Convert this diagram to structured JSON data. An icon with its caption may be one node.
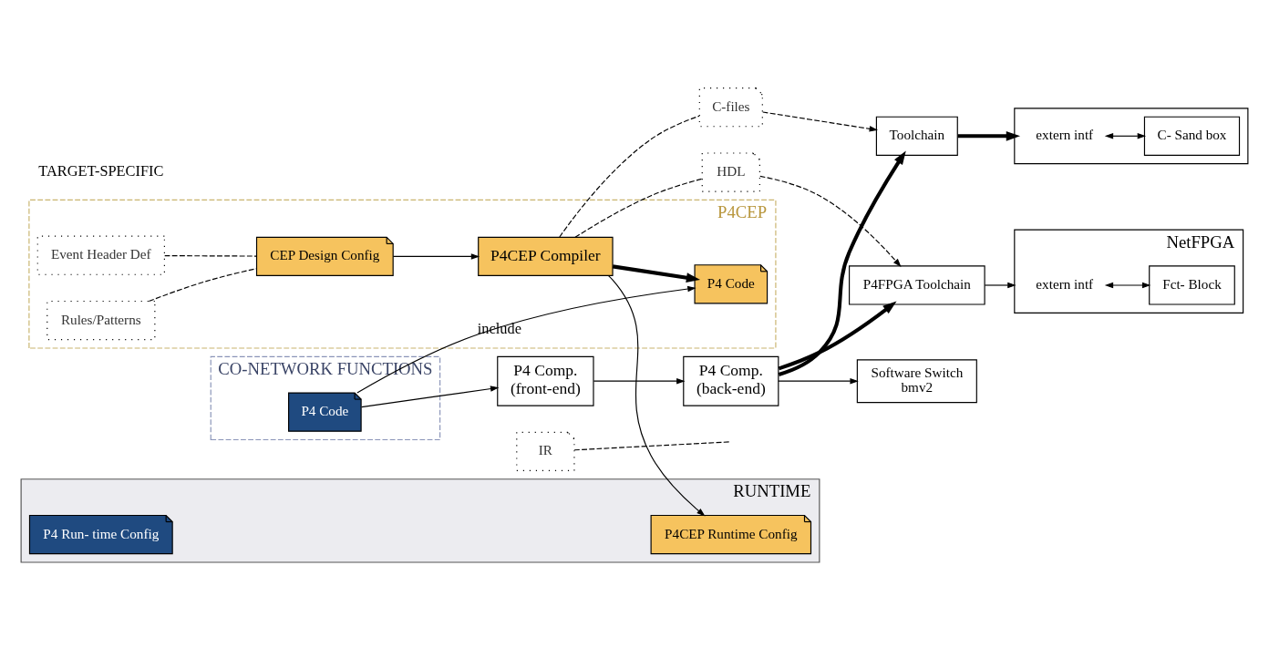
{
  "diagram": {
    "nodes": [
      {
        "text": [
          "P4CEP"
        ]
      },
      {
        "text": [
          "Event Header Def"
        ],
        "in": 0
      },
      {
        "text": [
          "Rules/Patterns"
        ],
        "in": 0
      },
      {
        "text": [
          "CEP Design Config"
        ],
        "in": 0
      },
      {
        "text": [
          "P4CEP Compiler"
        ],
        "in": 0
      },
      {
        "text": [
          "RUNTIME"
        ]
      },
      {
        "text": [
          "P4CEP Runtime Config"
        ],
        "in": 5
      },
      {
        "text": [
          "P4 Run- time Config"
        ],
        "in": 5
      },
      {
        "text": [
          "P4 Code"
        ],
        "in": 0
      },
      {
        "text": [
          "CO-NETWORK FUNCTIONS"
        ]
      },
      {
        "text": [
          "P4 Code"
        ],
        "in": 9
      },
      {
        "text": [
          "P4 Comp.",
          "(front-end)"
        ]
      },
      {
        "text": [
          "IR"
        ]
      },
      {
        "text": [
          "P4 Comp.",
          "(back-end)"
        ]
      },
      {
        "text": [
          "C-files"
        ]
      },
      {
        "text": [
          "HDL"
        ]
      },
      {
        "text": [
          "Toolchain"
        ]
      },
      {
        "text": [
          "P4FPGA Toolchain"
        ]
      },
      {
        "text": [],
        "shape": "box"
      },
      {
        "text": [
          "extern intf"
        ],
        "in": 18
      },
      {
        "text": [
          "C- Sand box"
        ],
        "in": 18
      },
      {
        "text": [
          "NetFPGA"
        ]
      },
      {
        "text": [
          "extern intf"
        ],
        "in": 21
      },
      {
        "text": [
          "Fct- Block"
        ],
        "in": 21
      },
      {
        "text": [
          "Software Switch",
          "bmv2"
        ]
      }
    ],
    "edges": [
      {
        "from": 1,
        "to": 3,
        "arrow": "none",
        "style": "dashed"
      },
      {
        "from": 2,
        "to": 3,
        "arrow": "none",
        "style": "dashed"
      },
      {
        "from": 3,
        "to": 4,
        "arrow": "to"
      },
      {
        "from": 4,
        "to": 6,
        "arrow": "to"
      },
      {
        "from": 4,
        "to": 8,
        "arrow": "to",
        "style": "thick"
      },
      {
        "from": 10,
        "to": 8,
        "label": "include",
        "arrow": "to"
      },
      {
        "from": 10,
        "to": 11,
        "arrow": "to"
      },
      {
        "from": 11,
        "to": 13,
        "arrow": "to"
      },
      {
        "from": 12,
        "to": null,
        "arrow": "none",
        "style": "dashed"
      },
      {
        "from": 4,
        "to": 14,
        "arrow": "none",
        "style": "dashed"
      },
      {
        "from": 14,
        "to": 16,
        "arrow": "to",
        "style": "dashed"
      },
      {
        "from": 4,
        "to": 15,
        "arrow": "none",
        "style": "dashed"
      },
      {
        "from": 15,
        "to": 17,
        "arrow": "to",
        "style": "dashed"
      },
      {
        "from": 13,
        "to": 16,
        "arrow": "to",
        "style": "thick"
      },
      {
        "from": 13,
        "to": 17,
        "arrow": "to",
        "style": "thick"
      },
      {
        "from": 13,
        "to": 24,
        "arrow": "to"
      },
      {
        "from": 16,
        "to": 18,
        "arrow": "to",
        "style": "thick"
      },
      {
        "from": 17,
        "to": 21,
        "arrow": "to"
      },
      {
        "from": 19,
        "to": 20,
        "arrow": "both"
      },
      {
        "from": 22,
        "to": 23,
        "arrow": "both"
      }
    ],
    "labels": [
      "TARGET-SPECIFIC"
    ]
  }
}
